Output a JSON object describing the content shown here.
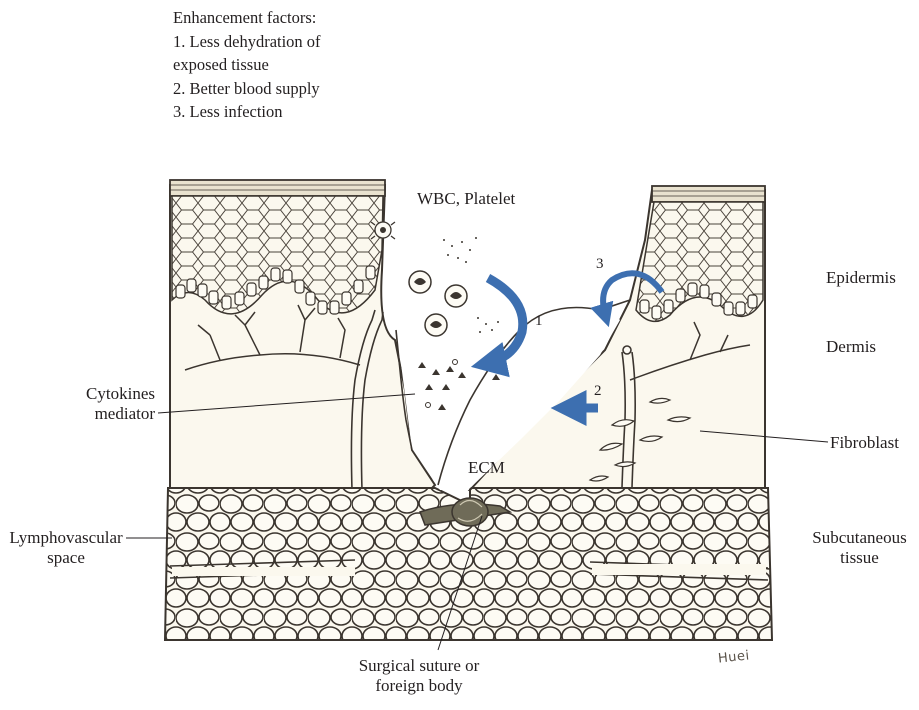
{
  "enhancement": {
    "title": "Enhancement factors:",
    "items": [
      "1. Less dehydration of",
      "exposed tissue",
      "2. Better blood supply",
      "3. Less infection"
    ]
  },
  "labels": {
    "wbc": "WBC, Platelet",
    "epidermis": "Epidermis",
    "dermis": "Dermis",
    "cytokines_line1": "Cytokines",
    "cytokines_line2": "mediator",
    "fibroblast": "Fibroblast",
    "ecm": "ECM",
    "lymph_line1": "Lymphovascular",
    "lymph_line2": "space",
    "subcut_line1": "Subcutaneous",
    "subcut_line2": "tissue",
    "suture_line1": "Surgical suture or",
    "suture_line2": "foreign body",
    "signature": "Huei"
  },
  "arrows": {
    "a1": "1",
    "a2": "2",
    "a3": "3"
  },
  "colors": {
    "ink": "#231f20",
    "tissue": "#fbf8ee",
    "arrow": "#3d6fb0",
    "suture": "#6f6b58"
  }
}
